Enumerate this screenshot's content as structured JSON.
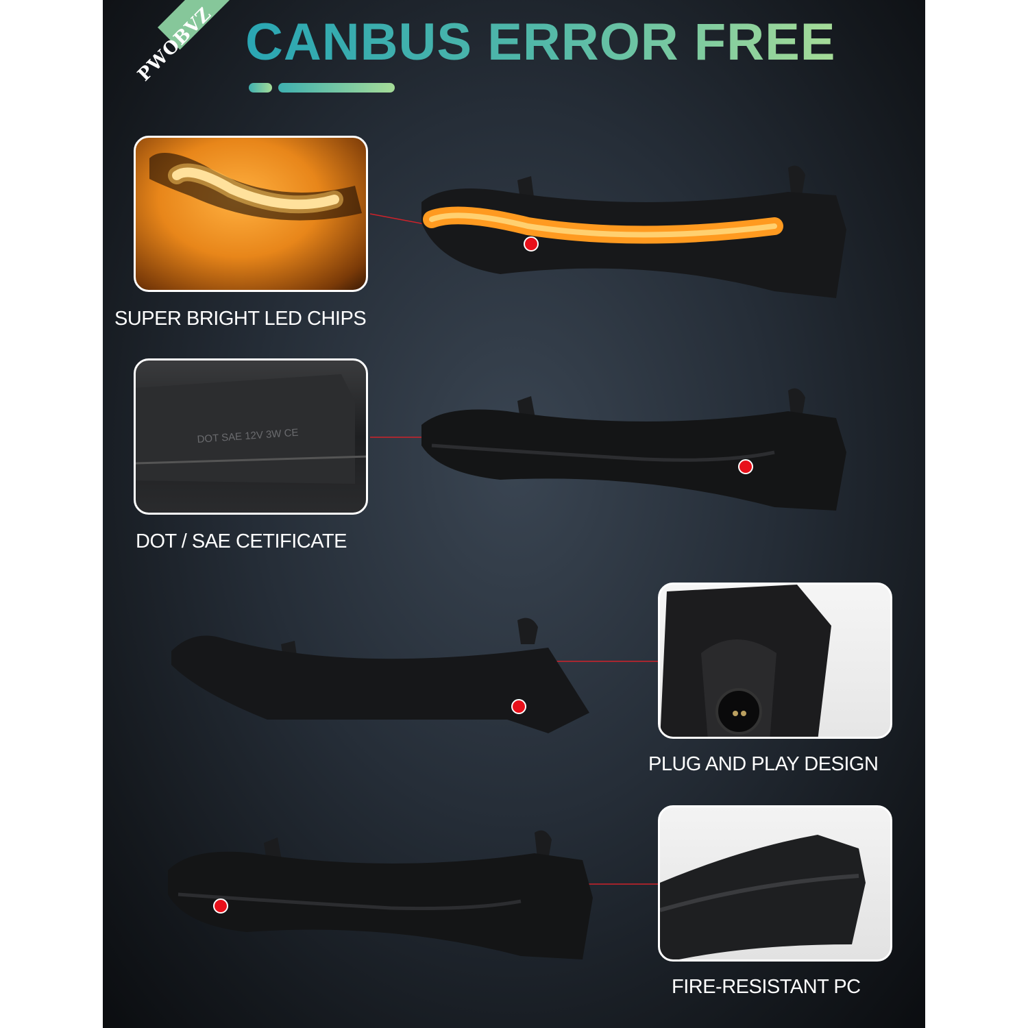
{
  "brand": "PWOBVZ",
  "title": "CANBUS ERROR FREE",
  "features": [
    {
      "caption": "SUPER BRIGHT LED CHIPS"
    },
    {
      "caption": "DOT / SAE CETIFICATE"
    },
    {
      "caption": "PLUG AND PLAY DESIGN"
    },
    {
      "caption": "FIRE-RESISTANT PC"
    }
  ],
  "lamp_marking": "DOT SAE 12V 3W CE",
  "colors": {
    "accent_start": "#2aa6b3",
    "accent_end": "#a6dc98",
    "ribbon": "#86c79a",
    "marker": "#e8101a",
    "led": "#ffa52a"
  }
}
